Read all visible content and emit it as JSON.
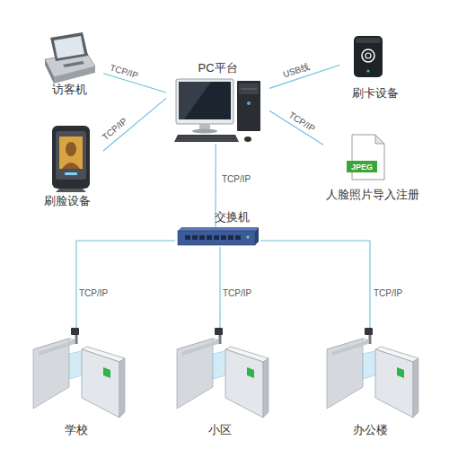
{
  "diagram": {
    "nodes": [
      {
        "text": [
          "PC平台"
        ]
      },
      {
        "text": [
          "访客机"
        ]
      },
      {
        "text": [
          "刷脸设备"
        ]
      },
      {
        "text": [
          "刷卡设备"
        ]
      },
      {
        "text": [
          "人脸照片导入注册"
        ]
      },
      {
        "text": [
          "交换机"
        ]
      },
      {
        "text": [
          "学校"
        ]
      },
      {
        "text": [
          "小区"
        ]
      },
      {
        "text": [
          "办公楼"
        ]
      }
    ],
    "edges": [
      {
        "from": 1,
        "to": 0,
        "label": "TCP/IP",
        "arrow": "none"
      },
      {
        "from": 2,
        "to": 0,
        "label": "TCP/IP",
        "arrow": "none"
      },
      {
        "from": 3,
        "to": 0,
        "label": "USB线",
        "arrow": "none"
      },
      {
        "from": 4,
        "to": 0,
        "label": "TCP/IP",
        "arrow": "none"
      },
      {
        "from": 0,
        "to": 5,
        "label": "TCP/IP",
        "arrow": "none"
      },
      {
        "from": 5,
        "to": 6,
        "label": "TCP/IP",
        "arrow": "none"
      },
      {
        "from": 5,
        "to": 7,
        "label": "TCP/IP",
        "arrow": "none"
      },
      {
        "from": 5,
        "to": 8,
        "label": "TCP/IP",
        "arrow": "none"
      }
    ],
    "labels": [
      "JPEG"
    ]
  }
}
